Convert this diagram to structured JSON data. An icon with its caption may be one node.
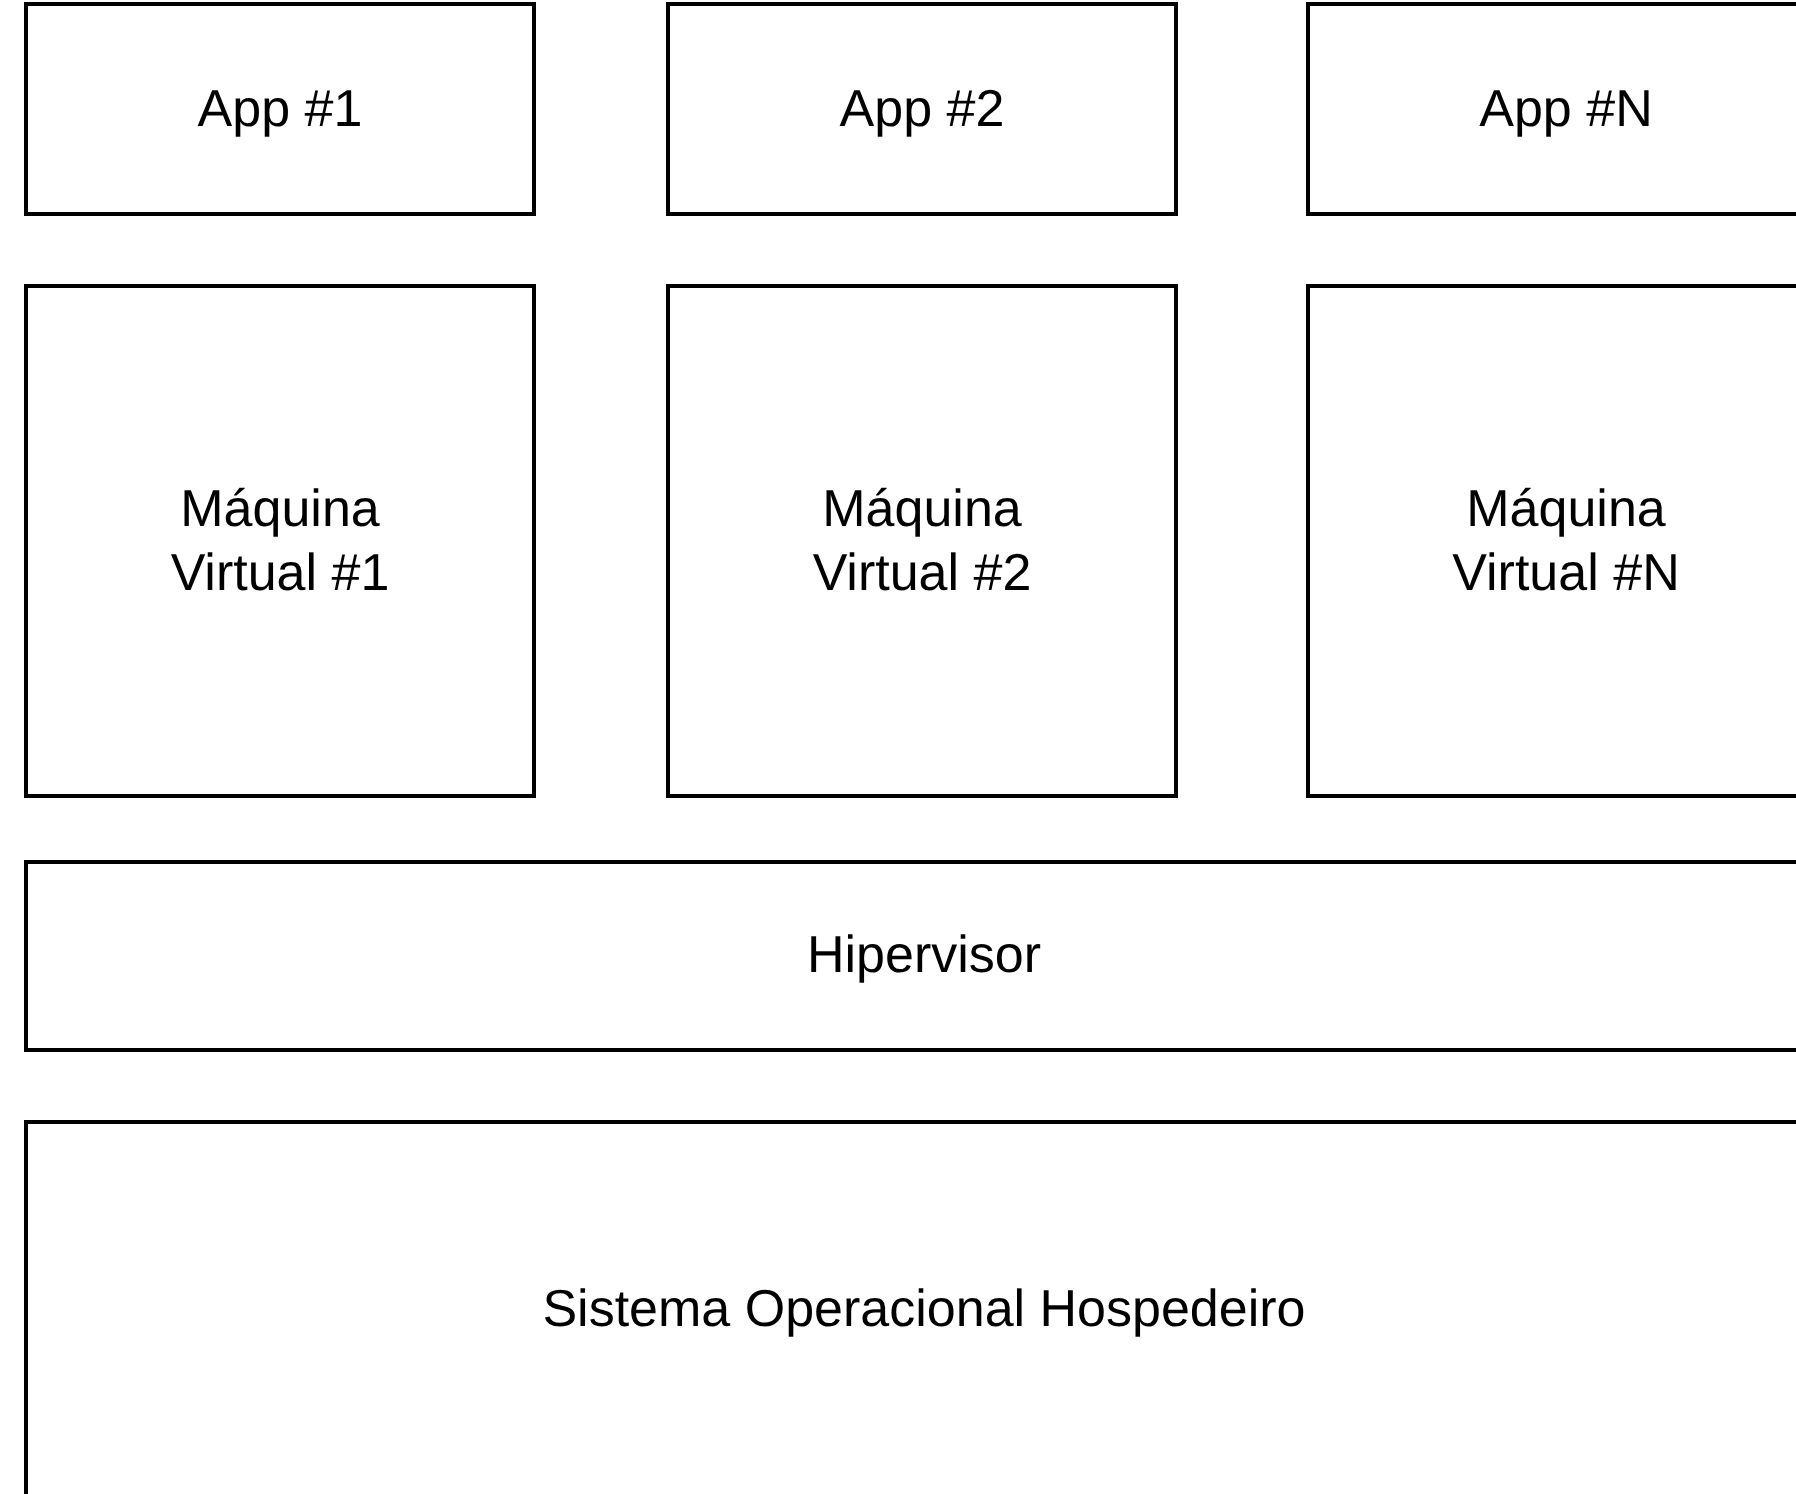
{
  "diagram": {
    "nodes": [
      {
        "text": [
          "App #1"
        ]
      },
      {
        "text": [
          "App #2"
        ]
      },
      {
        "text": [
          "App #N"
        ]
      },
      {
        "text": [
          "Máquina Virtual #1"
        ]
      },
      {
        "text": [
          "Máquina Virtual #2"
        ]
      },
      {
        "text": [
          "Máquina Virtual #N"
        ]
      },
      {
        "text": [
          "Hipervisor"
        ]
      },
      {
        "text": [
          "Sistema Operacional Hospedeiro"
        ]
      }
    ]
  }
}
